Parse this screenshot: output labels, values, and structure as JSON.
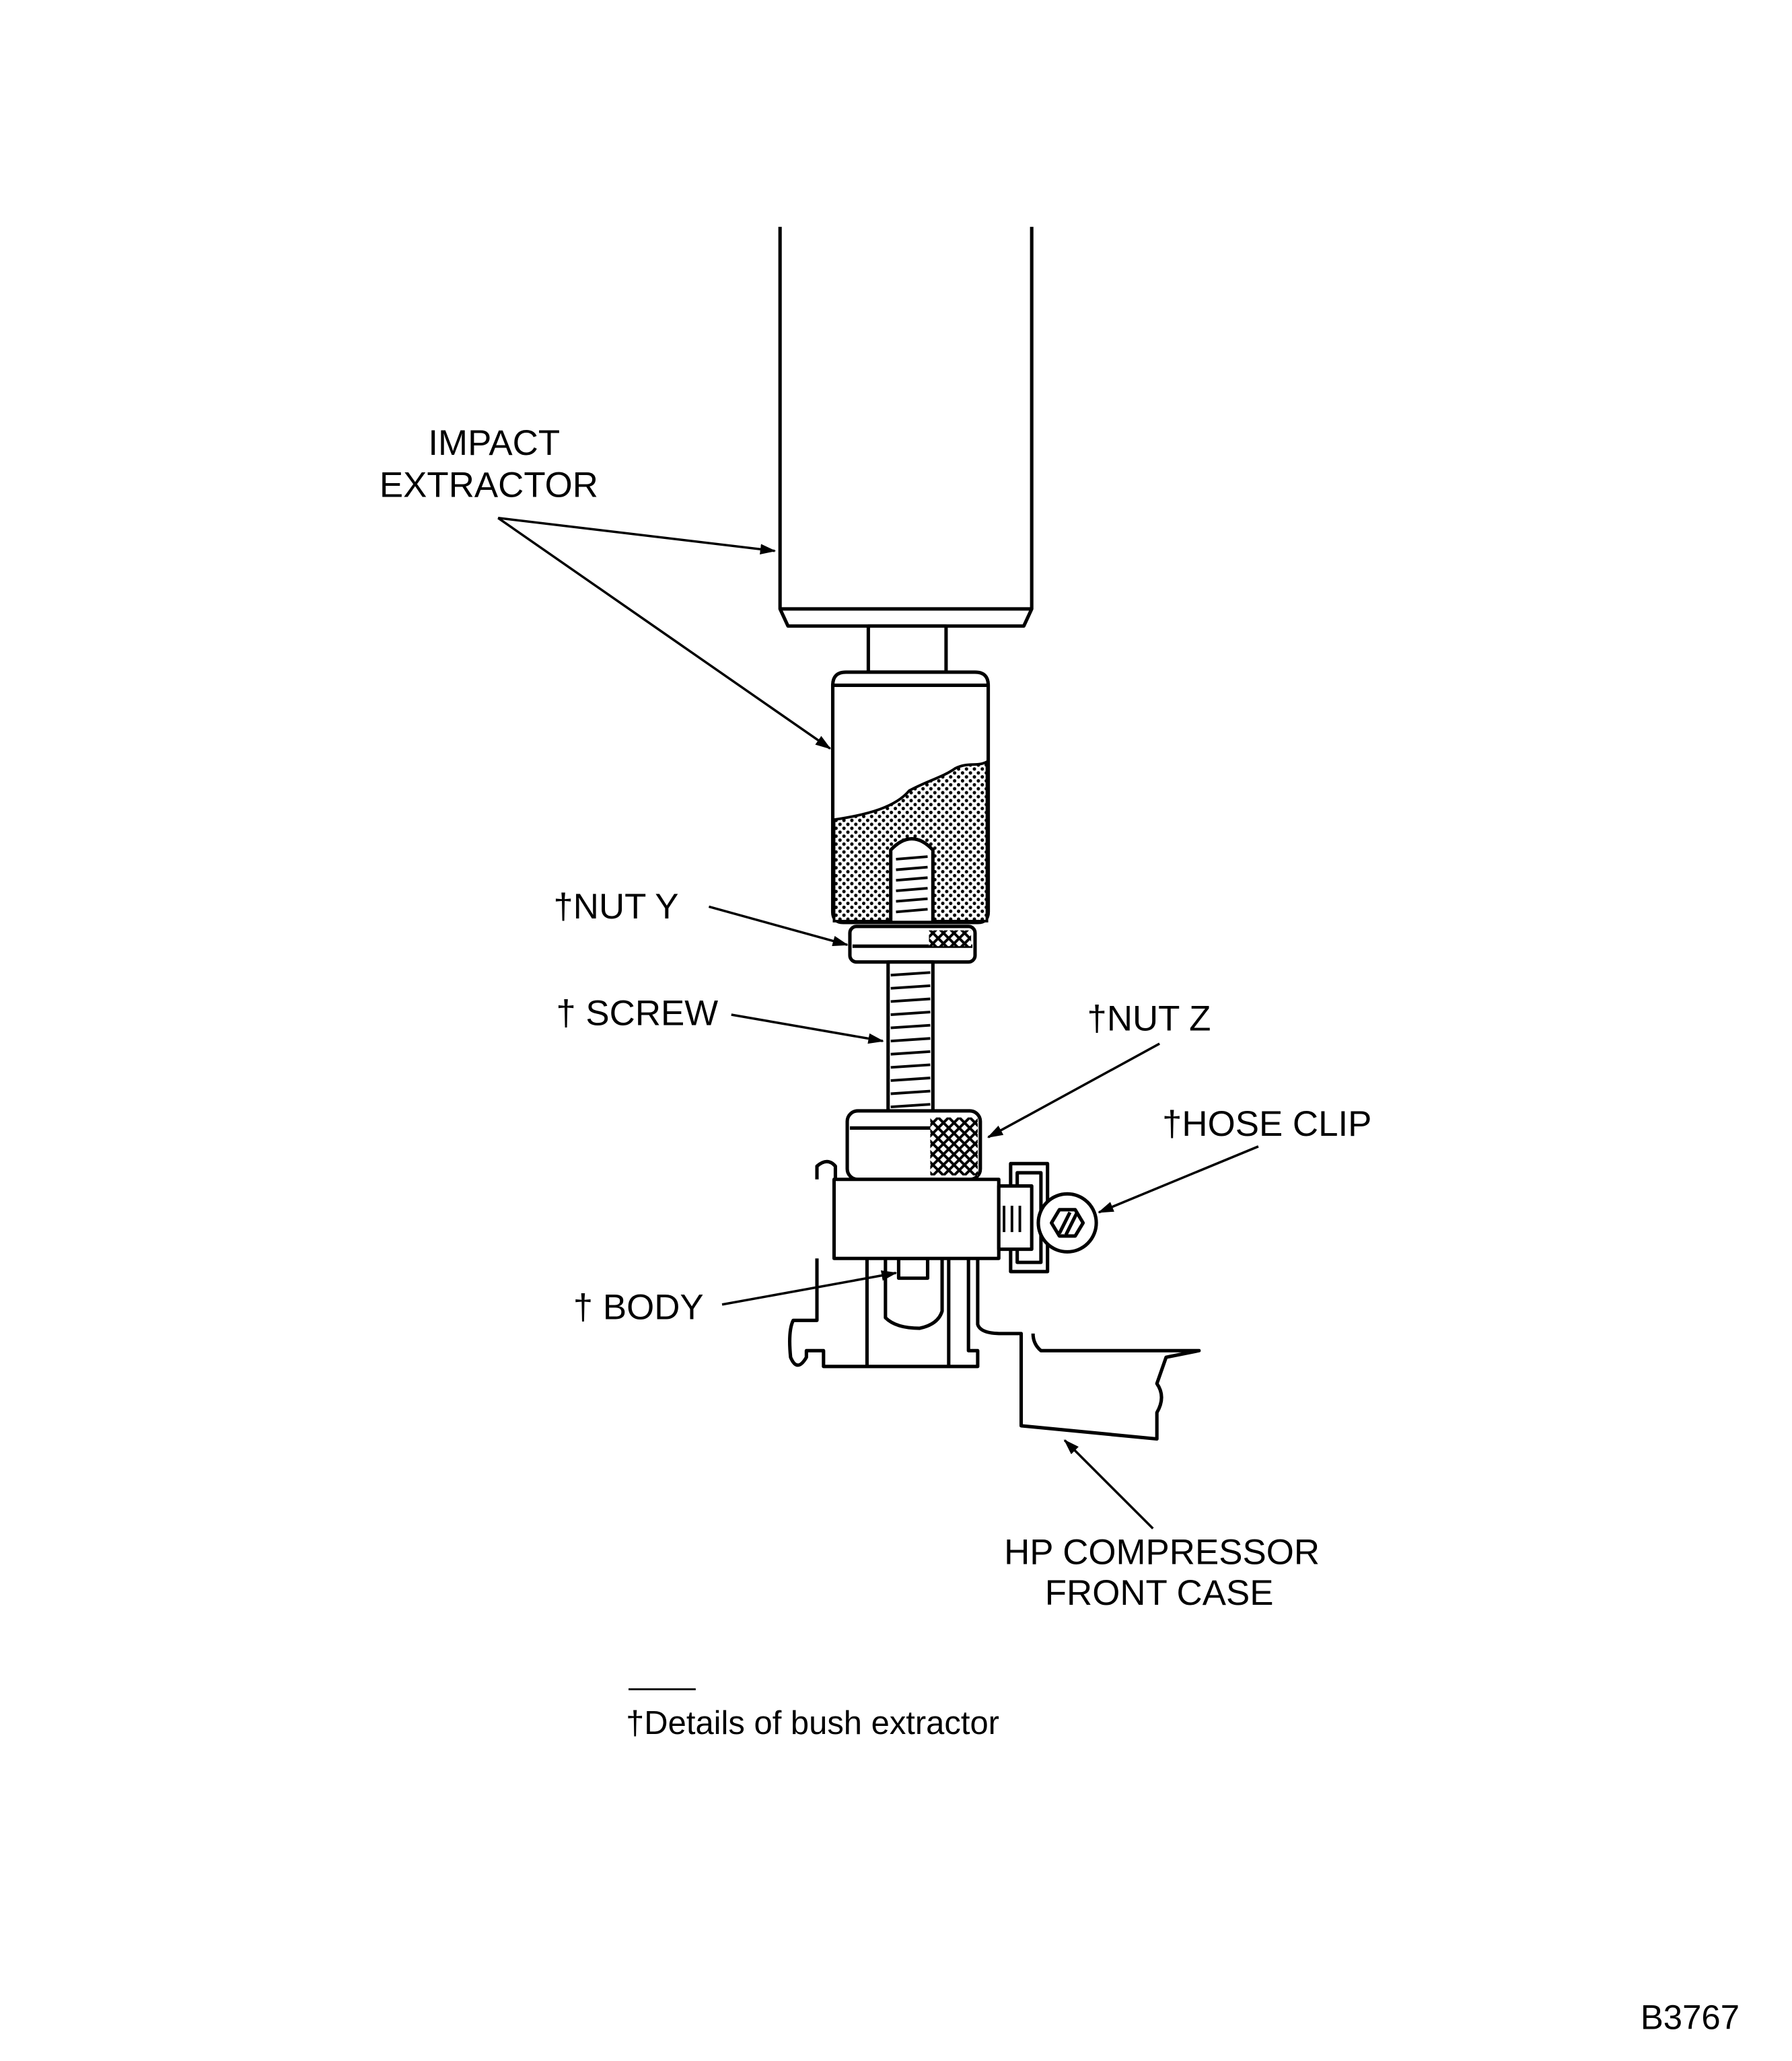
{
  "labels": {
    "impact_line1": "IMPACT",
    "impact_line2": "EXTRACTOR",
    "nut_y": "†NUT Y",
    "screw": "† SCREW",
    "nut_z": "†NUT Z",
    "hose_clip": "†HOSE CLIP",
    "body": "† BODY",
    "case_line1": "HP COMPRESSOR",
    "case_line2": "FRONT CASE"
  },
  "footnote": "†Details of bush extractor",
  "figure_id": "B3767"
}
